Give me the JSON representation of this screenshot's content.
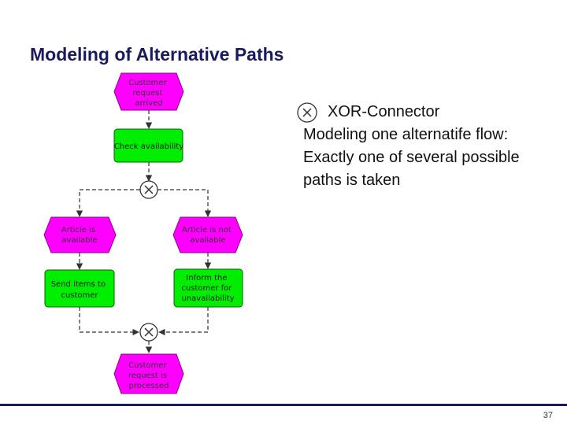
{
  "slide": {
    "title": "Modeling of Alternative Paths",
    "page_number": "37"
  },
  "diagram": {
    "nodes": {
      "event_request_arrived": [
        "Customer",
        "request",
        "arrived"
      ],
      "func_check_availability": [
        "Check availability"
      ],
      "event_article_available": [
        "Article is",
        "available"
      ],
      "event_article_not_available": [
        "Article is not",
        "available"
      ],
      "func_send_items": [
        "Send items to",
        "customer"
      ],
      "func_inform_customer": [
        "Inform the",
        "customer for",
        "unavailability"
      ],
      "event_request_processed": [
        "Customer",
        "request is",
        "processed"
      ]
    },
    "colors": {
      "event_fill": "#ff00ff",
      "event_stroke": "#8b008b",
      "function_fill": "#00ee00",
      "function_stroke": "#006400",
      "connector_stroke": "#333333"
    }
  },
  "bullets": {
    "connector_icon": "xor-connector-icon",
    "connector_label": "XOR-Connector",
    "lines": [
      "Modeling one alternatife flow:",
      "Exactly one of several possible",
      "paths is taken"
    ]
  }
}
